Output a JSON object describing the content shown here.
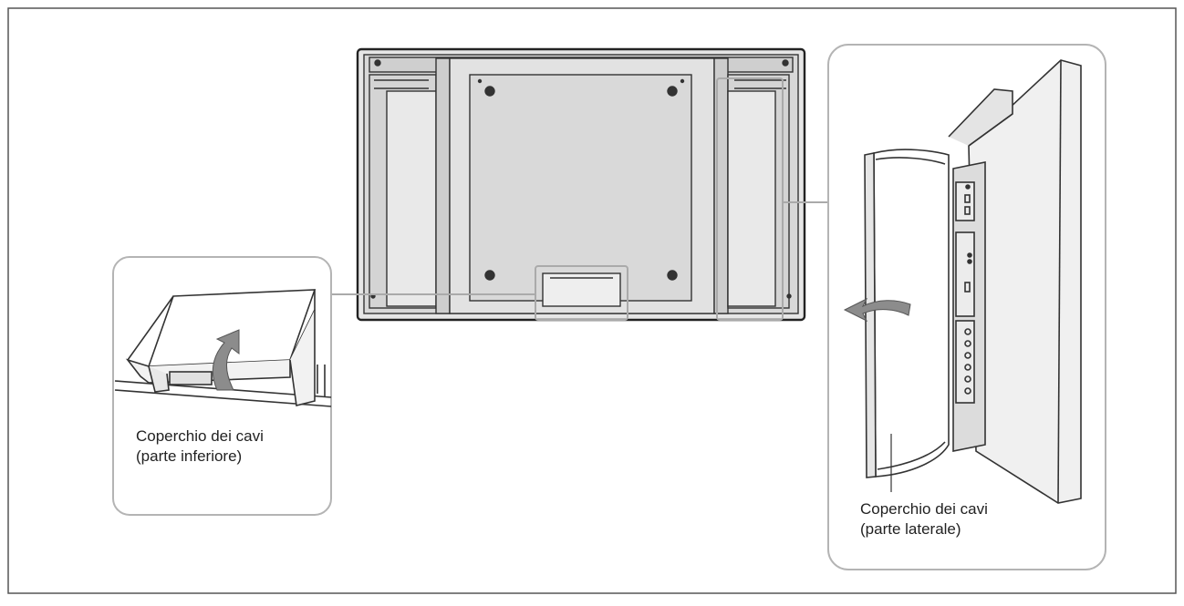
{
  "labels": {
    "bottom_cover_line1": "Coperchio dei cavi",
    "bottom_cover_line2": "(parte inferiore)",
    "side_cover_line1": "Coperchio dei cavi",
    "side_cover_line2": "(parte laterale)"
  },
  "colors": {
    "outer_border": "#555555",
    "callout_border": "#b4b4b4",
    "line_art": "#333333",
    "panel_fill": "#dcdcdc",
    "arrow_fill": "#8c8c8c"
  },
  "icons": {
    "bottom_arrow": "curved-arrow-up-icon",
    "side_arrow": "curved-arrow-left-icon"
  }
}
